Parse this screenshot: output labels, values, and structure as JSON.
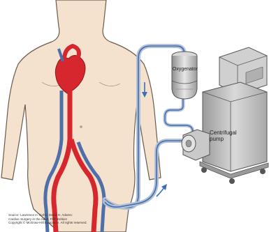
{
  "labels": {
    "oxygenator": "Oxygenator",
    "pump_line1": "Centrifugal",
    "pump_line2": "pump"
  },
  "credit": {
    "line1": "Source: Lawrence H. Cohn, David H. Adams:",
    "line2": "Cardiac Surgery in the Adult, Fifth Edition",
    "line3": "Copyright © McGraw-Hill Education. All rights reserved."
  },
  "colors": {
    "skin": "#f4e2cf",
    "outline": "#6b5a4c",
    "artery": "#d6272e",
    "vein": "#4f6fa8",
    "tubing": "#cfd6e3",
    "machine": "#bfbfbf",
    "flow_arrow": "#3b6fb6"
  },
  "icons": [
    "flow-arrow-down-icon",
    "flow-arrow-up-icon"
  ]
}
